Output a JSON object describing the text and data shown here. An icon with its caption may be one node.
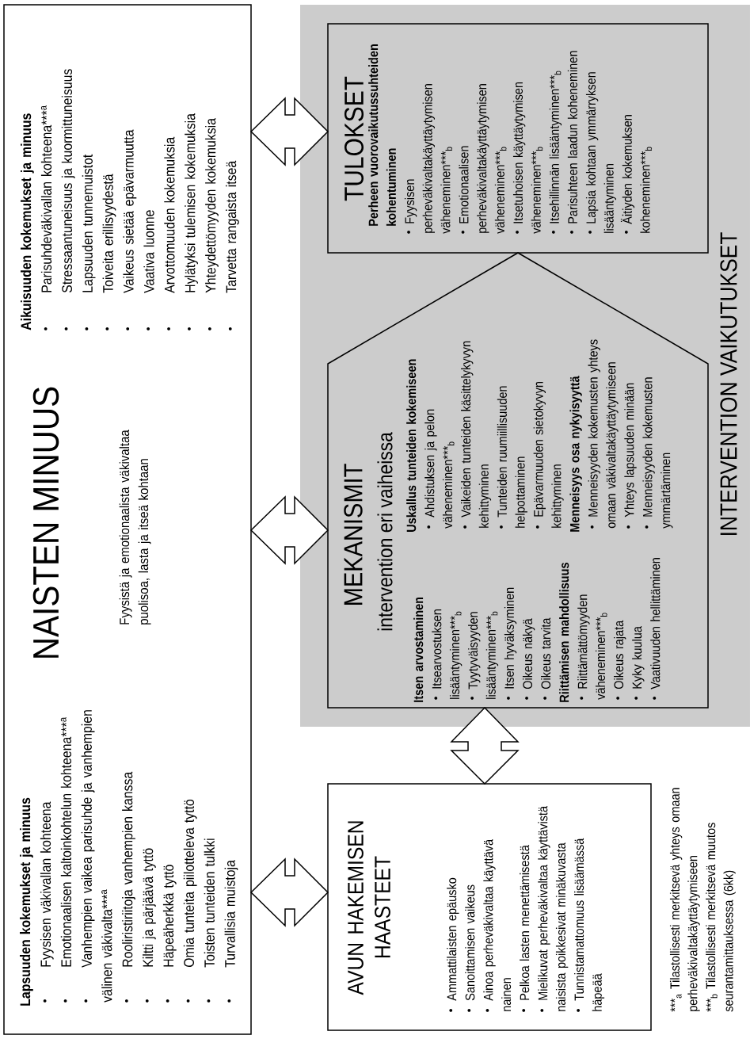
{
  "diagram": {
    "nodes": [
      {
        "text": [
          "NAISTEN MINUUS",
          "Lapsuuden kokemukset ja minuus",
          "Fyysisen väkivallan kohteena",
          "Emotionaalisen kaltoinkohtelun kohteena***$^{a}$",
          "Vanhempien vaikea parisuhde ja vanhempien välinen väkivalta***$^{a}$",
          "Rooliristiriitoja vanhempien kanssa",
          "Kiltti ja pärjäävä tyttö",
          "Häpeäherkkä tyttö",
          "Omia tunteita piilotteleva tyttö",
          "Toisten tunteiden tulkki",
          "Turvallisia muistoja",
          "Fyysistä ja emotionaalista väkivaltaa puolisoa, lasta ja itseä kohtaan",
          "Aikuisuuden kokemukset ja minuus",
          "Parisuhdeväkivallan kohteena***$^{a}$",
          "Stressaantuneisuus ja kuormittuneisuus",
          "Lapsuuden tunnemuistot",
          "Toiveita erillisyydestä",
          "Vaikeus sietää epävarmuutta",
          "Vaativa luonne",
          "Arvottomuuden kokemuksia",
          "Hylätyksi tulemisen kokemuksia",
          "Yhteydettömyyden kokemuksia",
          "Tarvetta rangaista itseä"
        ]
      },
      {
        "text": [
          "INTERVENTION VAIKUTUKSET"
        ]
      },
      {
        "text": [
          "TULOKSET",
          "Perheen vuorovaikutussuhteiden kohentuminen",
          "Fyysisen perheväkivaltakäyttäytymisen väheneminen***$_{b}$",
          "Emotionaalisen perheväkivaltakäyttäytymisen väheneminen***$_{b}$",
          "Itsetuhoisen käyttäytymisen väheneminen***$_{b}$",
          "Itsehillinnän lisääntyminen***$_{b}$",
          "Parisuhteen laadun koheneminen",
          "Lapsia kohtaan ymmärryksen lisääntyminen",
          "Äitiyden kokemuksen koheneminen***$_{b}$"
        ],
        "in": 1
      },
      {
        "text": [
          "MEKANISMIT",
          "intervention eri vaiheissa",
          "Itsen arvostaminen",
          "Itsearvostuksen lisääntyminen***$_{b}$",
          "Tyytyväisyyden lisääntyminen***$_{b}$",
          "Itsen hyväksyminen",
          "Oikeus näkyä",
          "Oikeus tarvita",
          "Riittämisen mahdollisuus",
          "Riittämättömyyden väheneminen***$_{b}$",
          "Oikeus rajata",
          "Kyky kuulua",
          "Vaativuuden hellittäminen",
          "Uskallus tunteiden kokemiseen",
          "Ahdistuksen ja pelon väheneminen***$_{b}$",
          "Vaikeiden tunteiden käsittelykyvyn kehittyminen",
          "Tunteiden ruumiillisuuden helpottaminen",
          "Epävarmuuden sietokyvyn kehittyminen",
          "Menneisyys osa nykyisyyttä",
          "Menneisyyden kokemusten yhteys omaan väkivaltakäyttäytymiseen",
          "Yhteys lapsuuden minään",
          "Menneisyyden kokemusten ymmärtäminen"
        ],
        "in": 1
      },
      {
        "text": [
          "AVUN HAKEMISEN HAASTEET",
          "Ammattilaisten epäusko",
          "Sanoittamisen vaikeus",
          "Ainoa perheväkivaltaa käyttävä nainen",
          "Pelkoa lasten menettämisestä",
          "Mielikuvat perheväkivaltaa käyttävistä naisista poikkesivat minäkuvasta",
          "Tunnistamattomuus lisäämässä häpeää"
        ]
      }
    ],
    "edges": [
      {
        "from": 0,
        "to": 2,
        "arrow": "both"
      },
      {
        "from": 0,
        "to": 3,
        "arrow": "both"
      },
      {
        "from": 0,
        "to": 4,
        "arrow": "both"
      },
      {
        "from": 3,
        "to": 4,
        "arrow": "both"
      }
    ],
    "labels": [
      "***$_{a}$ Tilastollisesti merkitsevä yhteys omaan perheväkivaltakäyttäytymiseen",
      "***$_{b}$ Tilastollisesti merkitsevä muutos seurantamittauksessa (6kk)"
    ]
  }
}
